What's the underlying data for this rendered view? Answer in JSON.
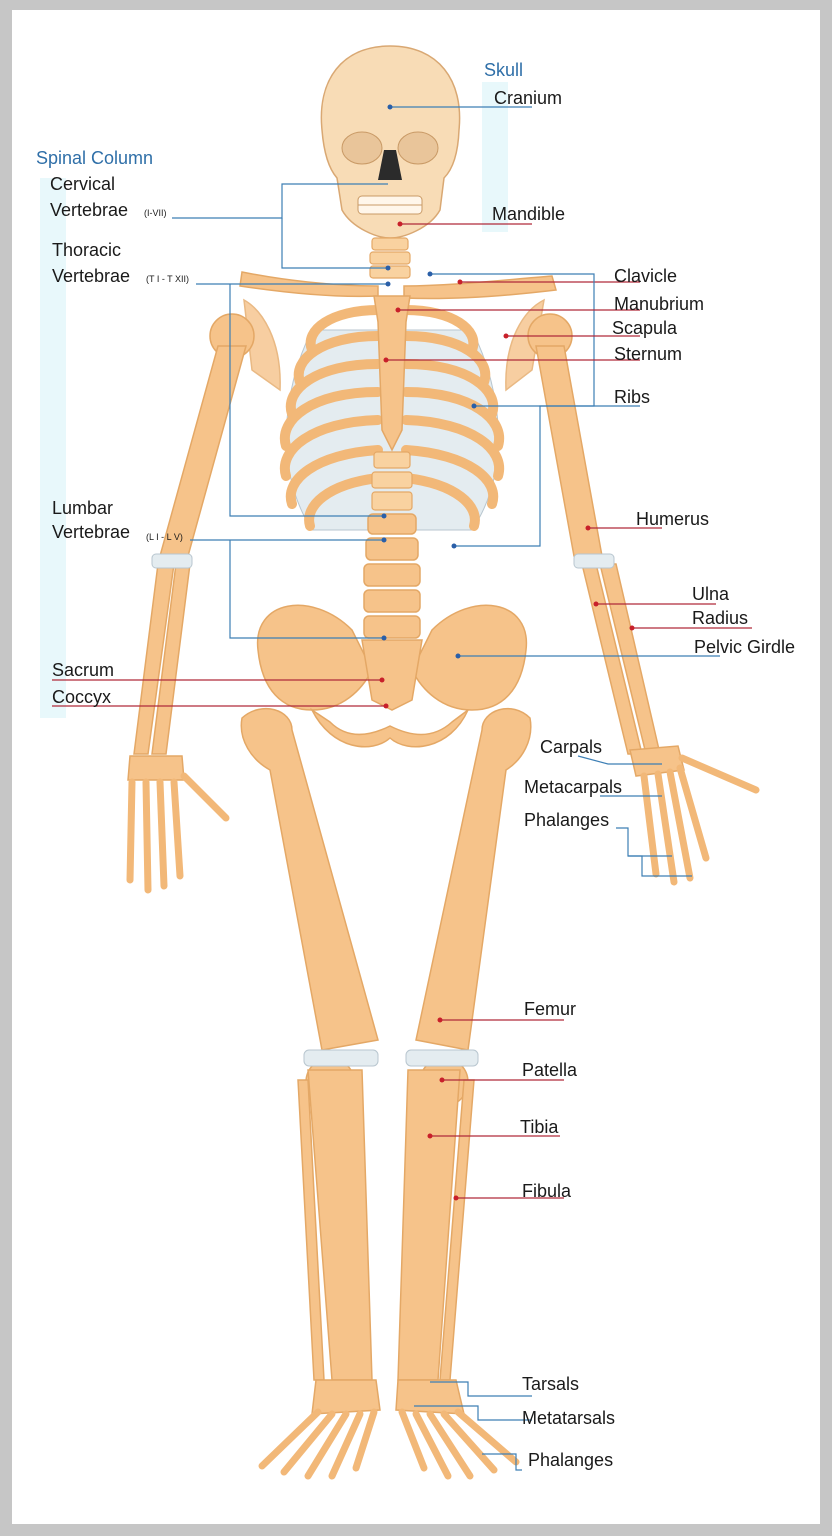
{
  "colors": {
    "bone": "#f6c38a",
    "bone_stroke": "#e4a866",
    "cartilage": "#e4ecf0",
    "group_header": "#2f6fa8",
    "group_bar": "#e8f8fb",
    "leader_blue": "#3d7fb5",
    "leader_red": "#b02a3a"
  },
  "groups": {
    "skull": "Skull",
    "spinal_column": "Spinal Column"
  },
  "labels": {
    "cranium": "Cranium",
    "mandible": "Mandible",
    "cervical_1": "Cervical",
    "cervical_2": "Vertebrae",
    "cervical_range": "(I-VII)",
    "thoracic_1": "Thoracic",
    "thoracic_2": "Vertebrae",
    "thoracic_range": "(T I - T XII)",
    "lumbar_1": "Lumbar",
    "lumbar_2": "Vertebrae",
    "lumbar_range": "(L I - L V)",
    "sacrum": "Sacrum",
    "coccyx": "Coccyx",
    "clavicle": "Clavicle",
    "manubrium": "Manubrium",
    "scapula": "Scapula",
    "sternum": "Sternum",
    "ribs": "Ribs",
    "humerus": "Humerus",
    "ulna": "Ulna",
    "radius": "Radius",
    "pelvic_girdle": "Pelvic Girdle",
    "carpals": "Carpals",
    "metacarpals": "Metacarpals",
    "phalanges_hand": "Phalanges",
    "femur": "Femur",
    "patella": "Patella",
    "tibia": "Tibia",
    "fibula": "Fibula",
    "tarsals": "Tarsals",
    "metatarsals": "Metatarsals",
    "phalanges_foot": "Phalanges"
  }
}
